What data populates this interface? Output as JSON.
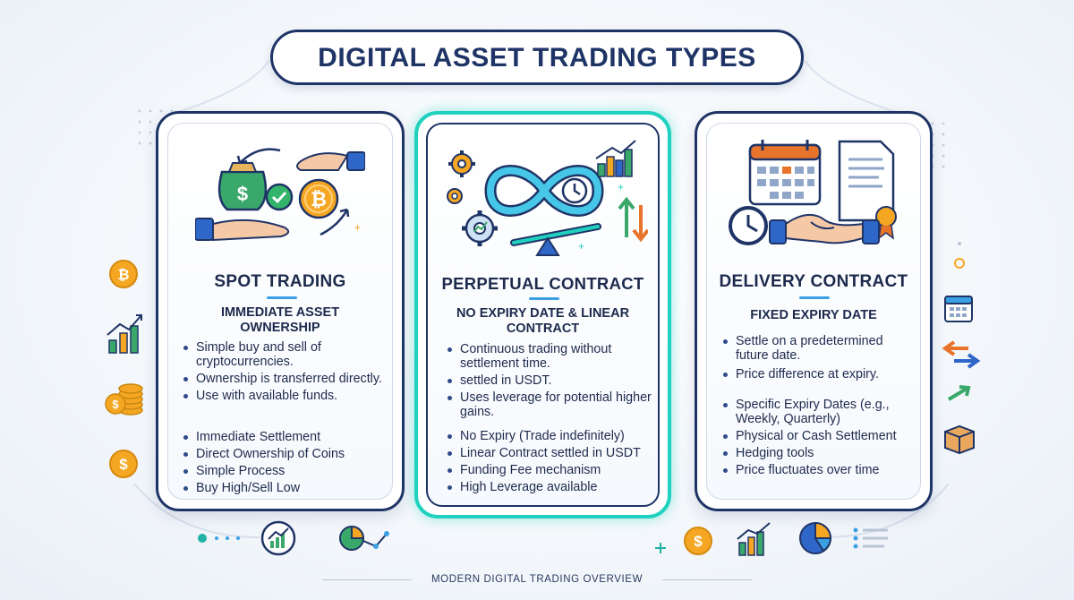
{
  "title": "DIGITAL ASSET TRADING TYPES",
  "cards": [
    {
      "title": "SPOT TRADING",
      "subtitle_lines": [
        "IMMEDIATE ASSET",
        "OWNERSHIP"
      ],
      "bullets_a": [
        "Simple buy and sell of cryptocurrencies.",
        "Ownership is transferred directly.",
        "Use with available funds."
      ],
      "bullets_b": [
        "Immediate Settlement",
        "Direct Ownership of Coins",
        "Simple Process",
        "Buy High/Sell Low"
      ]
    },
    {
      "title": "PERPETUAL CONTRACT",
      "subtitle_lines": [
        "NO EXPIRY DATE & LINEAR",
        "CONTRACT"
      ],
      "bullets_a": [
        "Continuous trading without settlement time.",
        "settled in USDT.",
        "Uses leverage for potential higher gains."
      ],
      "bullets_b": [
        "No Expiry (Trade indefinitely)",
        "Linear Contract settled in USDT",
        "Funding Fee mechanism",
        "High Leverage available"
      ]
    },
    {
      "title": "DELIVERY CONTRACT",
      "subtitle_lines": [
        "FIXED EXPIRY DATE"
      ],
      "bullets_a": [
        "Settle on a predetermined future date.",
        "Price difference at expiry."
      ],
      "bullets_b": [
        "Specific Expiry Dates (e.g., Weekly, Quarterly)",
        "Physical or Cash Settlement",
        "Hedging tools",
        "Price fluctuates over time"
      ]
    }
  ],
  "footer": "MODERN DIGITAL TRADING OVERVIEW",
  "icons": {
    "spot": [
      "money-bag-icon",
      "check-icon",
      "bitcoin-icon",
      "giving-hand-icon",
      "receiving-hand-icon"
    ],
    "perpetual": [
      "gear-icon",
      "infinity-icon",
      "clock-icon",
      "seesaw-icon",
      "bar-chart-icon",
      "up-down-arrows-icon"
    ],
    "delivery": [
      "calendar-icon",
      "contract-document-icon",
      "certificate-icon",
      "clock-icon",
      "handshake-icon"
    ],
    "side": [
      "bitcoin-coin-icon",
      "bar-chart-icon",
      "coin-stack-icon",
      "dollar-coin-icon",
      "calendar-icon",
      "swap-arrows-icon",
      "box-icon"
    ],
    "bottom": [
      "trend-chart-icon",
      "pie-chart-icon",
      "dollar-coin-icon",
      "bar-chart-icon",
      "pie-chart-icon",
      "list-icon"
    ]
  },
  "colors": {
    "navy": "#1f3466",
    "teal": "#1fd1be",
    "accent_blue": "#3aa0e6",
    "coin_orange": "#f5a623",
    "money_green": "#3aa86a"
  }
}
